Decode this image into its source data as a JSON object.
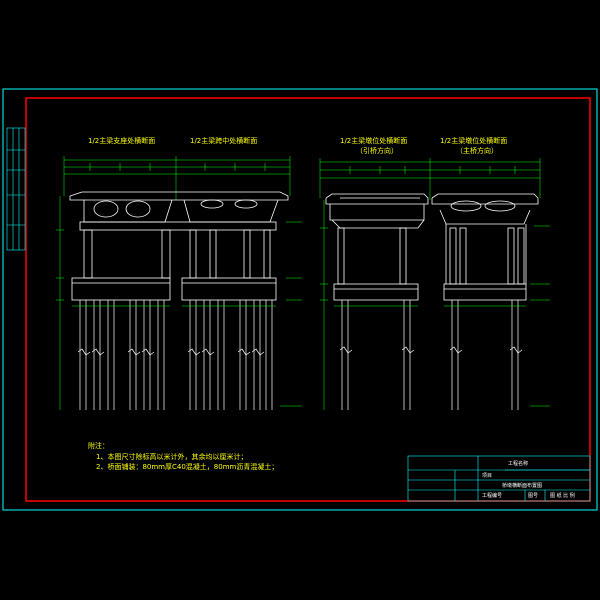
{
  "colors": {
    "background": "#000000",
    "outer_frame": "#00ffff",
    "inner_frame": "#ff0000",
    "titles": "#ffff00",
    "structure": "#ffffff",
    "dimensions": "#00ff00",
    "piles": "#ffffff"
  },
  "section_titles": {
    "left_a": "1/2主梁支座处横断面",
    "left_b": "1/2主梁跨中处横断面",
    "right_a": "1/2主梁墩位处横断面",
    "right_a_sub": "（引桥方向）",
    "right_b": "1/2主梁墩位处横断面",
    "right_b_sub": "（主桥方向）"
  },
  "notes": {
    "heading": "附注：",
    "line1": "1、本图尺寸除标高以米计外，其余均以厘米计；",
    "line2": "2、桥面铺装：80mm厚C40混凝土，80mm沥青混凝土；"
  },
  "title_block": {
    "project_label": "工程名称",
    "item_label": "项目",
    "drawing_name": "桥墩横断面布置图",
    "drawing_no_label": "工程编号",
    "sheet_label": "图号",
    "scale_label": "图 纸 比 例"
  }
}
